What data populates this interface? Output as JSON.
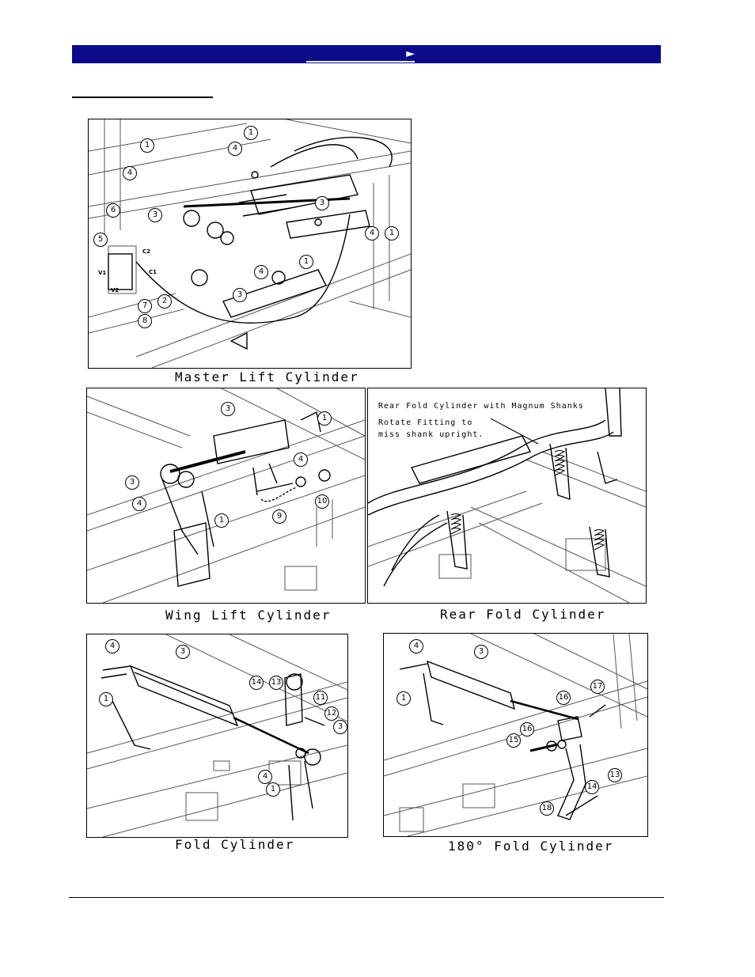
{
  "header": {
    "nav_arrow": "►"
  },
  "panels": {
    "master": {
      "caption": "Master Lift Cylinder",
      "callouts": [
        "1",
        "4",
        "1",
        "4",
        "3",
        "6",
        "5",
        "2",
        "7",
        "8",
        "3",
        "4",
        "1",
        "3",
        "4",
        "1"
      ],
      "tags": [
        "C2",
        "V1",
        "C1",
        "V2"
      ]
    },
    "wing": {
      "caption": "Wing Lift Cylinder",
      "callouts": [
        "3",
        "1",
        "4",
        "3",
        "4",
        "1",
        "9",
        "10"
      ]
    },
    "rear": {
      "caption": "Rear Fold Cylinder",
      "notes": [
        "Rear Fold Cylinder with Magnum Shanks",
        "Rotate Fitting to",
        "miss shank upright."
      ]
    },
    "fold": {
      "caption": "Fold Cylinder",
      "callouts": [
        "4",
        "3",
        "1",
        "14",
        "13",
        "11",
        "12",
        "3",
        "4",
        "1"
      ]
    },
    "fold180": {
      "caption": "180° Fold Cylinder",
      "callouts": [
        "4",
        "3",
        "1",
        "17",
        "16",
        "16",
        "15",
        "13",
        "14",
        "18"
      ]
    }
  }
}
